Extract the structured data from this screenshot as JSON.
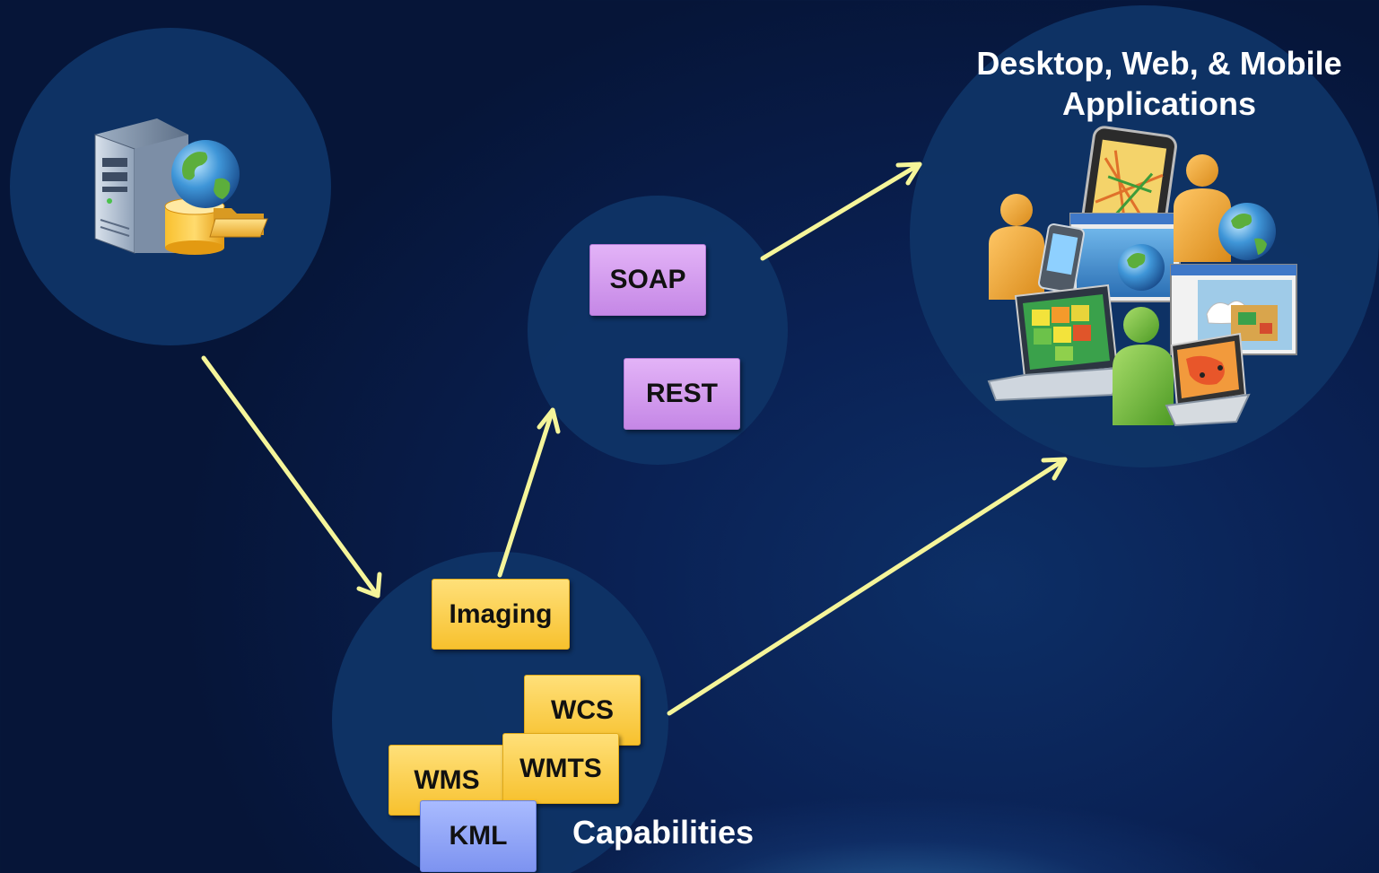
{
  "diagram": {
    "apps_title_line1": "Desktop, Web, & Mobile",
    "apps_title_line2": "Applications",
    "capabilities_label": "Capabilities",
    "protocols": [
      "SOAP",
      "REST"
    ],
    "capabilities": [
      "Imaging",
      "WCS",
      "WMS",
      "WMTS",
      "KML"
    ],
    "icons": {
      "server": "server-globe-database-icon",
      "apps": "users-devices-maps-icon"
    },
    "colors": {
      "background": "#0a2154",
      "bubble": "#0f3466",
      "arrow": "#f5f59a",
      "protocol_tag": "#d6a2f0",
      "capability_tag": "#fcd24f",
      "kml_tag": "#96aaf9"
    }
  }
}
